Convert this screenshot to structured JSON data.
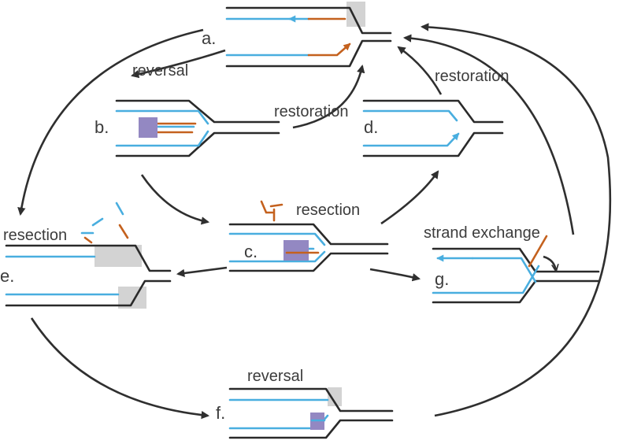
{
  "panels": {
    "a": "a.",
    "b": "b.",
    "c": "c.",
    "d": "d.",
    "e": "e.",
    "f": "f.",
    "g": "g."
  },
  "steps": {
    "reversal_ab": "reversal",
    "restoration_ba": "restoration",
    "restoration_da": "restoration",
    "resection_c": "resection",
    "resection_e": "resection",
    "strand_exchange": "strand exchange",
    "reversal_f": "reversal"
  },
  "colors": {
    "parental_strand": "#2a2a2a",
    "nascent_strand": "#49aedf",
    "nascent_end": "#c4611e",
    "protein_block": "#9388c2",
    "ssdna_region": "#d3d3d3"
  }
}
